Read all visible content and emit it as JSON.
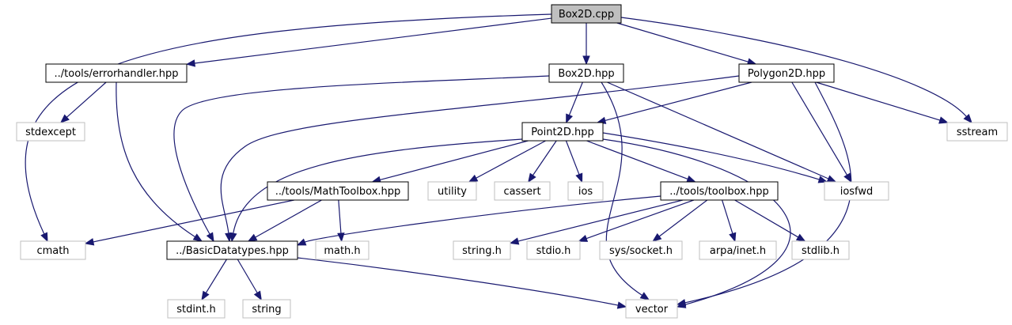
{
  "colors": {
    "edge": "#191970",
    "root_fill": "#bfbfbf",
    "project_stroke": "#000000",
    "system_stroke": "#bfbfbf",
    "system_text": "#000000"
  },
  "nodes": [
    {
      "id": "box2d_cpp",
      "label": "Box2D.cpp",
      "kind": "root"
    },
    {
      "id": "errorhandler",
      "label": "../tools/errorhandler.hpp",
      "kind": "project"
    },
    {
      "id": "box2d_hpp",
      "label": "Box2D.hpp",
      "kind": "project"
    },
    {
      "id": "polygon2d",
      "label": "Polygon2D.hpp",
      "kind": "project"
    },
    {
      "id": "stdexcept",
      "label": "stdexcept",
      "kind": "system"
    },
    {
      "id": "point2d",
      "label": "Point2D.hpp",
      "kind": "project"
    },
    {
      "id": "sstream",
      "label": "sstream",
      "kind": "system"
    },
    {
      "id": "mathtoolbox",
      "label": "../tools/MathToolbox.hpp",
      "kind": "project"
    },
    {
      "id": "utility",
      "label": "utility",
      "kind": "system"
    },
    {
      "id": "cassert",
      "label": "cassert",
      "kind": "system"
    },
    {
      "id": "ios",
      "label": "ios",
      "kind": "system"
    },
    {
      "id": "toolbox",
      "label": "../tools/toolbox.hpp",
      "kind": "project"
    },
    {
      "id": "iosfwd",
      "label": "iosfwd",
      "kind": "system"
    },
    {
      "id": "cmath",
      "label": "cmath",
      "kind": "system"
    },
    {
      "id": "basicdatatypes",
      "label": "../BasicDatatypes.hpp",
      "kind": "project"
    },
    {
      "id": "math_h",
      "label": "math.h",
      "kind": "system"
    },
    {
      "id": "string_h",
      "label": "string.h",
      "kind": "system"
    },
    {
      "id": "stdio_h",
      "label": "stdio.h",
      "kind": "system"
    },
    {
      "id": "socket_h",
      "label": "sys/socket.h",
      "kind": "system"
    },
    {
      "id": "inet_h",
      "label": "arpa/inet.h",
      "kind": "system"
    },
    {
      "id": "stdlib_h",
      "label": "stdlib.h",
      "kind": "system"
    },
    {
      "id": "stdint_h",
      "label": "stdint.h",
      "kind": "system"
    },
    {
      "id": "string",
      "label": "string",
      "kind": "system"
    },
    {
      "id": "vector",
      "label": "vector",
      "kind": "system"
    }
  ],
  "edges": [
    {
      "from": "box2d_cpp",
      "to": "errorhandler"
    },
    {
      "from": "box2d_cpp",
      "to": "box2d_hpp"
    },
    {
      "from": "box2d_cpp",
      "to": "polygon2d"
    },
    {
      "from": "box2d_cpp",
      "to": "cmath"
    },
    {
      "from": "box2d_cpp",
      "to": "sstream"
    },
    {
      "from": "errorhandler",
      "to": "stdexcept"
    },
    {
      "from": "errorhandler",
      "to": "basicdatatypes"
    },
    {
      "from": "box2d_hpp",
      "to": "point2d"
    },
    {
      "from": "box2d_hpp",
      "to": "basicdatatypes"
    },
    {
      "from": "box2d_hpp",
      "to": "iosfwd"
    },
    {
      "from": "box2d_hpp",
      "to": "vector"
    },
    {
      "from": "polygon2d",
      "to": "point2d"
    },
    {
      "from": "polygon2d",
      "to": "basicdatatypes"
    },
    {
      "from": "polygon2d",
      "to": "iosfwd"
    },
    {
      "from": "polygon2d",
      "to": "sstream"
    },
    {
      "from": "polygon2d",
      "to": "vector"
    },
    {
      "from": "point2d",
      "to": "basicdatatypes"
    },
    {
      "from": "point2d",
      "to": "mathtoolbox"
    },
    {
      "from": "point2d",
      "to": "utility"
    },
    {
      "from": "point2d",
      "to": "cassert"
    },
    {
      "from": "point2d",
      "to": "ios"
    },
    {
      "from": "point2d",
      "to": "toolbox"
    },
    {
      "from": "point2d",
      "to": "iosfwd"
    },
    {
      "from": "point2d",
      "to": "vector"
    },
    {
      "from": "mathtoolbox",
      "to": "cmath"
    },
    {
      "from": "mathtoolbox",
      "to": "basicdatatypes"
    },
    {
      "from": "mathtoolbox",
      "to": "math_h"
    },
    {
      "from": "toolbox",
      "to": "basicdatatypes"
    },
    {
      "from": "toolbox",
      "to": "string_h"
    },
    {
      "from": "toolbox",
      "to": "stdio_h"
    },
    {
      "from": "toolbox",
      "to": "socket_h"
    },
    {
      "from": "toolbox",
      "to": "inet_h"
    },
    {
      "from": "toolbox",
      "to": "stdlib_h"
    },
    {
      "from": "basicdatatypes",
      "to": "stdint_h"
    },
    {
      "from": "basicdatatypes",
      "to": "string"
    },
    {
      "from": "basicdatatypes",
      "to": "vector"
    }
  ]
}
